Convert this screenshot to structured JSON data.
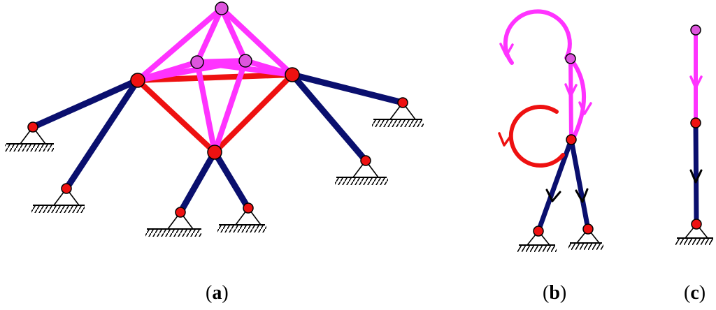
{
  "captions": {
    "a_open": "(",
    "a_letter": "a",
    "a_close": ")",
    "b_open": "(",
    "b_letter": "b",
    "b_close": ")",
    "c_open": "(",
    "c_letter": "c",
    "c_close": ")"
  },
  "colors": {
    "magenta": "#ff33ff",
    "magenta_joint": "#dd55dd",
    "red": "#ee1111",
    "navy": "#0a0f6e",
    "joint_red": "#ee1111",
    "ground": "#000000"
  }
}
